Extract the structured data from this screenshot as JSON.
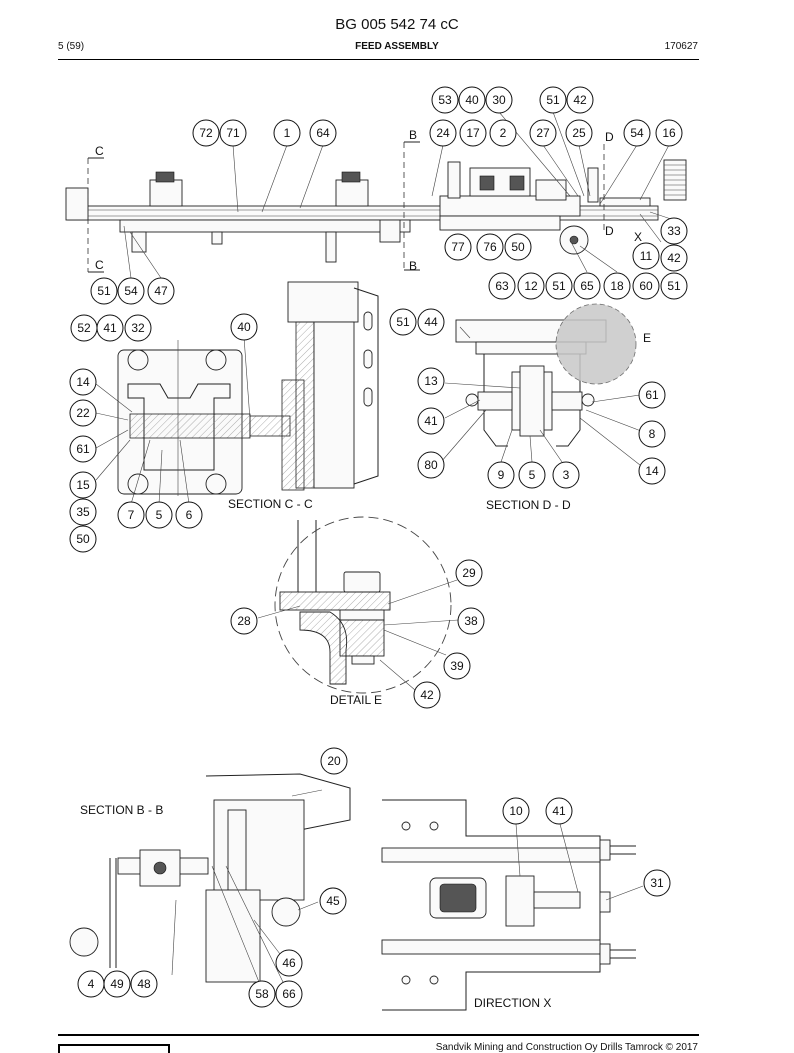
{
  "header": {
    "doc_number": "BG 005 542 74 cC",
    "page": "5 (59)",
    "section": "FEED ASSEMBLY",
    "date_code": "170627"
  },
  "footer": {
    "copyright": "Sandvik Mining and Construction Oy Drills Tamrock © 2017"
  },
  "view_labels": {
    "section_cc": "SECTION C - C",
    "section_dd": "SECTION D - D",
    "detail_e": "DETAIL E",
    "section_bb": "SECTION B - B",
    "direction_x": "DIRECTION X"
  },
  "cut_markers": {
    "c": "C",
    "b": "B",
    "d": "D",
    "x": "X",
    "e": "E"
  },
  "balloons": {
    "b53": "53",
    "b40a": "40",
    "b30": "30",
    "b51a": "51",
    "b42a": "42",
    "b72": "72",
    "b71": "71",
    "b1": "1",
    "b64": "64",
    "b24": "24",
    "b17": "17",
    "b2": "2",
    "b27": "27",
    "b25": "25",
    "b54a": "54",
    "b16": "16",
    "b77": "77",
    "b76": "76",
    "b50a": "50",
    "b33": "33",
    "b11": "11",
    "b42b": "42",
    "b63": "63",
    "b12": "12",
    "b51b": "51",
    "b65": "65",
    "b18": "18",
    "b60": "60",
    "b51c": "51",
    "b51d": "51",
    "b54b": "54",
    "b47": "47",
    "b52": "52",
    "b41a": "41",
    "b32": "32",
    "b40b": "40",
    "b14a": "14",
    "b22": "22",
    "b61a": "61",
    "b15": "15",
    "b35": "35",
    "b50b": "50",
    "b7": "7",
    "b5a": "5",
    "b6": "6",
    "b51e": "51",
    "b44": "44",
    "b13": "13",
    "b41b": "41",
    "b80": "80",
    "b9": "9",
    "b5b": "5",
    "b3": "3",
    "b61b": "61",
    "b8": "8",
    "b14b": "14",
    "b29": "29",
    "b28": "28",
    "b38": "38",
    "b39": "39",
    "b42c": "42",
    "b20": "20",
    "b45": "45",
    "b46": "46",
    "b4": "4",
    "b49": "49",
    "b48": "48",
    "b58": "58",
    "b66": "66",
    "b10": "10",
    "b41c": "41",
    "b31": "31"
  }
}
